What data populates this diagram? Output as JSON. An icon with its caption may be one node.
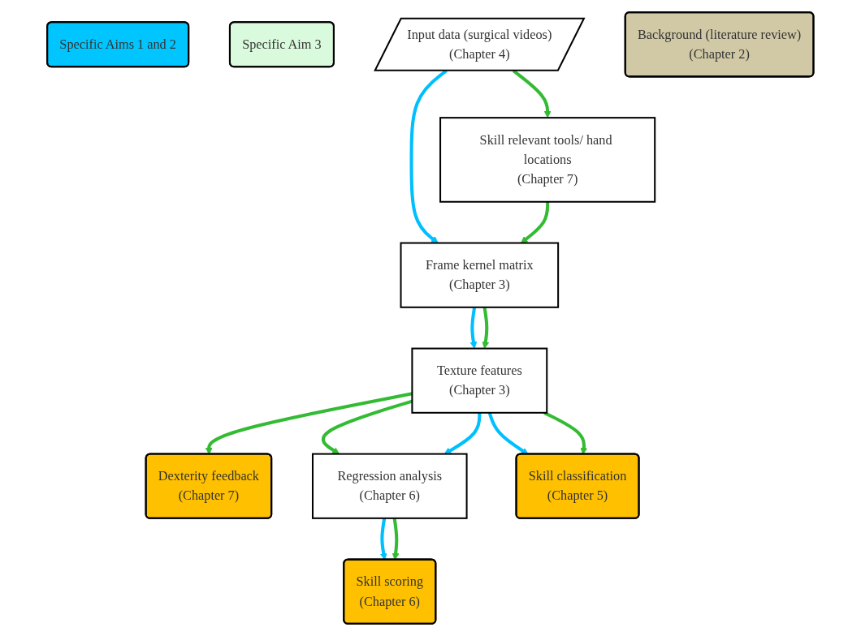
{
  "diagram": {
    "nodes": [
      {
        "text": [
          "Specific Aims 1 and 2"
        ]
      },
      {
        "text": [
          "Specific Aim 3"
        ]
      },
      {
        "text": [
          "Input data (surgical videos)",
          "(Chapter 4)"
        ]
      },
      {
        "text": [
          "Skill relevant tools/ hand locations",
          "(Chapter 7)"
        ]
      },
      {
        "text": [
          "Frame kernel matrix",
          "(Chapter 3)"
        ]
      },
      {
        "text": [
          "Dexterity feedback",
          "(Chapter 7)"
        ]
      },
      {
        "text": [
          "Texture features",
          "(Chapter 3)"
        ]
      },
      {
        "text": [
          "Regression analysis",
          "(Chapter 6)"
        ]
      },
      {
        "text": [
          "Skill classification",
          "(Chapter 5)"
        ]
      },
      {
        "text": [
          "Skill scoring",
          "(Chapter 6)"
        ]
      },
      {
        "text": [
          "Background (literature review)",
          "(Chapter 2)"
        ]
      }
    ],
    "edges": [
      {
        "from": 2,
        "to": 3,
        "arrow": "to"
      },
      {
        "from": 2,
        "to": 4,
        "arrow": "to",
        "color": "#00bfff"
      },
      {
        "from": 3,
        "to": 4,
        "arrow": "to"
      },
      {
        "from": 4,
        "to": 6,
        "arrow": "to",
        "color": "#00bfff"
      },
      {
        "from": 4,
        "to": 6,
        "arrow": "to"
      },
      {
        "from": 6,
        "to": 5,
        "arrow": "to"
      },
      {
        "from": 6,
        "to": 7,
        "arrow": "to"
      },
      {
        "from": 6,
        "to": 7,
        "arrow": "to",
        "color": "#00bfff"
      },
      {
        "from": 6,
        "to": 8,
        "arrow": "to",
        "color": "#00bfff"
      },
      {
        "from": 6,
        "to": 8,
        "arrow": "to"
      },
      {
        "from": 7,
        "to": 9,
        "arrow": "to",
        "color": "#00bfff"
      },
      {
        "from": 7,
        "to": 9,
        "arrow": "to"
      }
    ]
  }
}
